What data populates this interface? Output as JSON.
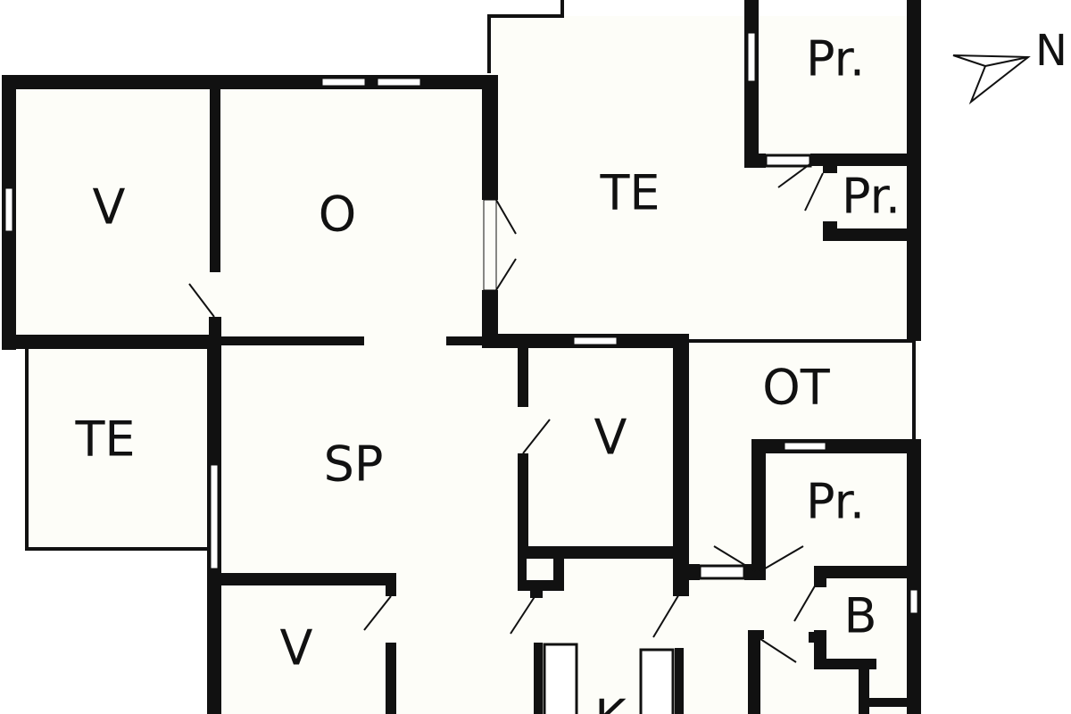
{
  "rooms": {
    "v_bedroom_top_left": "V",
    "o_living": "O",
    "te_top": "TE",
    "pr_top": "Pr.",
    "pr_small": "Pr.",
    "te_left": "TE",
    "sp_dining": "SP",
    "v_bedroom_middle": "V",
    "ot": "OT",
    "pr_right": "Pr.",
    "b_bath": "B",
    "v_bedroom_bottom": "V",
    "k_kitchen": "K"
  },
  "compass": {
    "north_label": "N"
  },
  "colors": {
    "wall": "#111111",
    "floor": "#fdfdf8",
    "background": "#ffffff"
  }
}
